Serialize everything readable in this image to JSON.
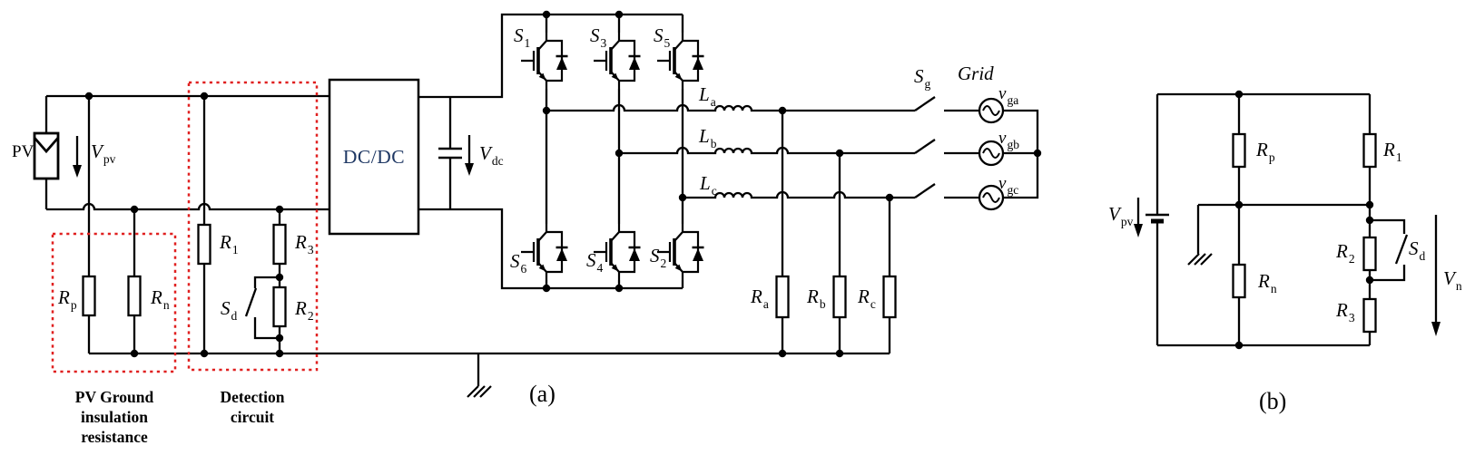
{
  "colors": {
    "wire": "#000000",
    "dashed_box": "#e02020",
    "dcdc_text": "#1f3864",
    "background": "#ffffff"
  },
  "panel_a": {
    "tag": "(a)",
    "pv": "PV",
    "v_pv": {
      "main": "V",
      "sub": "pv"
    },
    "dcdc": "DC/DC",
    "v_dc": {
      "main": "V",
      "sub": "dc"
    },
    "switches": {
      "s1": {
        "main": "S",
        "sub": "1"
      },
      "s3": {
        "main": "S",
        "sub": "3"
      },
      "s5": {
        "main": "S",
        "sub": "5"
      },
      "s6": {
        "main": "S",
        "sub": "6"
      },
      "s4": {
        "main": "S",
        "sub": "4"
      },
      "s2": {
        "main": "S",
        "sub": "2"
      }
    },
    "inductors": {
      "l_a": {
        "main": "L",
        "sub": "a"
      },
      "l_b": {
        "main": "L",
        "sub": "b"
      },
      "l_c": {
        "main": "L",
        "sub": "c"
      }
    },
    "resistors": {
      "r_p": {
        "main": "R",
        "sub": "p"
      },
      "r_n": {
        "main": "R",
        "sub": "n"
      },
      "r1": {
        "main": "R",
        "sub": "1"
      },
      "r2": {
        "main": "R",
        "sub": "2"
      },
      "r3": {
        "main": "R",
        "sub": "3"
      },
      "r_a": {
        "main": "R",
        "sub": "a"
      },
      "r_b": {
        "main": "R",
        "sub": "b"
      },
      "r_c": {
        "main": "R",
        "sub": "c"
      }
    },
    "s_d": {
      "main": "S",
      "sub": "d"
    },
    "s_g": {
      "main": "S",
      "sub": "g"
    },
    "grid": "Grid",
    "sources": {
      "v_ga": {
        "main": "v",
        "sub": "ga"
      },
      "v_gb": {
        "main": "v",
        "sub": "gb"
      },
      "v_gc": {
        "main": "v",
        "sub": "gc"
      }
    },
    "caption_insulation": {
      "l1": "PV Ground",
      "l2": "insulation",
      "l3": "resistance"
    },
    "caption_detection": {
      "l1": "Detection",
      "l2": "circuit"
    }
  },
  "panel_b": {
    "tag": "(b)",
    "v_pv": {
      "main": "V",
      "sub": "pv"
    },
    "v_n": {
      "main": "V",
      "sub": "n"
    },
    "s_d": {
      "main": "S",
      "sub": "d"
    },
    "resistors": {
      "r_p": {
        "main": "R",
        "sub": "p"
      },
      "r_n": {
        "main": "R",
        "sub": "n"
      },
      "r1": {
        "main": "R",
        "sub": "1"
      },
      "r2": {
        "main": "R",
        "sub": "2"
      },
      "r3": {
        "main": "R",
        "sub": "3"
      }
    }
  }
}
